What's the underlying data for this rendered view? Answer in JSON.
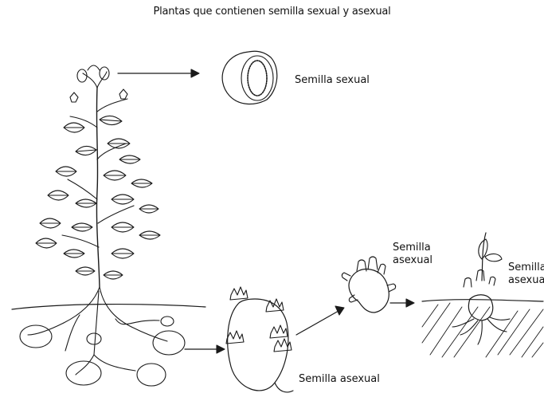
{
  "title": "Plantas que contienen semilla sexual y asexual",
  "labels": {
    "seed_sexual": "Semilla sexual",
    "seed_asexual_tuber": "Semilla asexual",
    "seed_asexual_sprout_line1": "Semilla",
    "seed_asexual_sprout_line2": "asexual",
    "seed_asexual_planted_line1": "Semilla",
    "seed_asexual_planted_line2": "asexua"
  },
  "ink_color": "#1a1a1a"
}
